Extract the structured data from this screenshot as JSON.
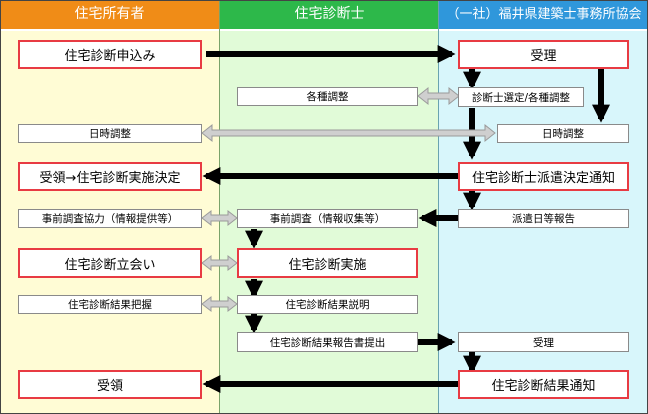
{
  "lanes": {
    "owner": "住宅所有者",
    "inspector": "住宅診断士",
    "association": "（一社）福井県建築士事務所協会"
  },
  "boxes": {
    "apply": "住宅診断申込み",
    "accept1": "受理",
    "various_coord": "各種調整",
    "select": "診断士選定/各種調整",
    "date_owner": "日時調整",
    "date_assoc": "日時調整",
    "receive_decision": "受領→住宅診断実施決定",
    "dispatch_notice": "住宅診断士派遣決定通知",
    "pre_coop": "事前調査協力（情報提供等）",
    "pre_survey": "事前調査（情報収集等）",
    "dispatch_report": "派遣日等報告",
    "attend": "住宅診断立会い",
    "execute": "住宅診断実施",
    "grasp": "住宅診断結果把握",
    "explain": "住宅診断結果説明",
    "submit": "住宅診断結果報告書提出",
    "accept2": "受理",
    "receive": "受領",
    "result_notice": "住宅診断結果通知"
  },
  "colors": {
    "owner_header": "#f08c17",
    "owner_bg": "#fffcd5",
    "inspector_header": "#2db84a",
    "inspector_bg": "#e1fbd8",
    "association_header": "#2f97db",
    "association_bg": "#d8f6fb",
    "major_border": "#e83b43",
    "flow_arrow": "#000000",
    "exchange_arrow": "#c8c8c8"
  }
}
